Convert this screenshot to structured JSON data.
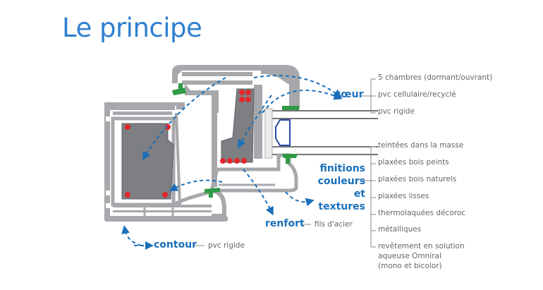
{
  "title": "Le principe",
  "colors": {
    "accent": "#1a6fba",
    "title": "#2f7fd0",
    "profile": "#a6a8ab",
    "steel": "#7d7f82",
    "reinforcement_dots": "#e4262a",
    "gasket": "#2e9a46",
    "glazing": "#2a4aa0"
  },
  "labels": {
    "coeur": {
      "title": "cœur",
      "items": [
        "5 chambres (dormant/ouvrant)",
        "pvc cellulaire/recyclé",
        "pvc rigide"
      ]
    },
    "finitions": {
      "title_lines": [
        "finitions",
        "couleurs et",
        "textures"
      ],
      "items": [
        "teintées dans la masse",
        "plaxées bois peints",
        "plaxées bois naturels",
        "plaxées lisses",
        "thermolaquées décoroc",
        "métalliques",
        "revêtement en solution",
        "aqueuse Omniral",
        "(mono et bicolor)"
      ]
    },
    "renfort": {
      "title": "renfort",
      "dash": "—",
      "desc": "fils d'acier"
    },
    "contour": {
      "title": "contour",
      "dash": "—",
      "desc": "pvc rigide"
    }
  }
}
